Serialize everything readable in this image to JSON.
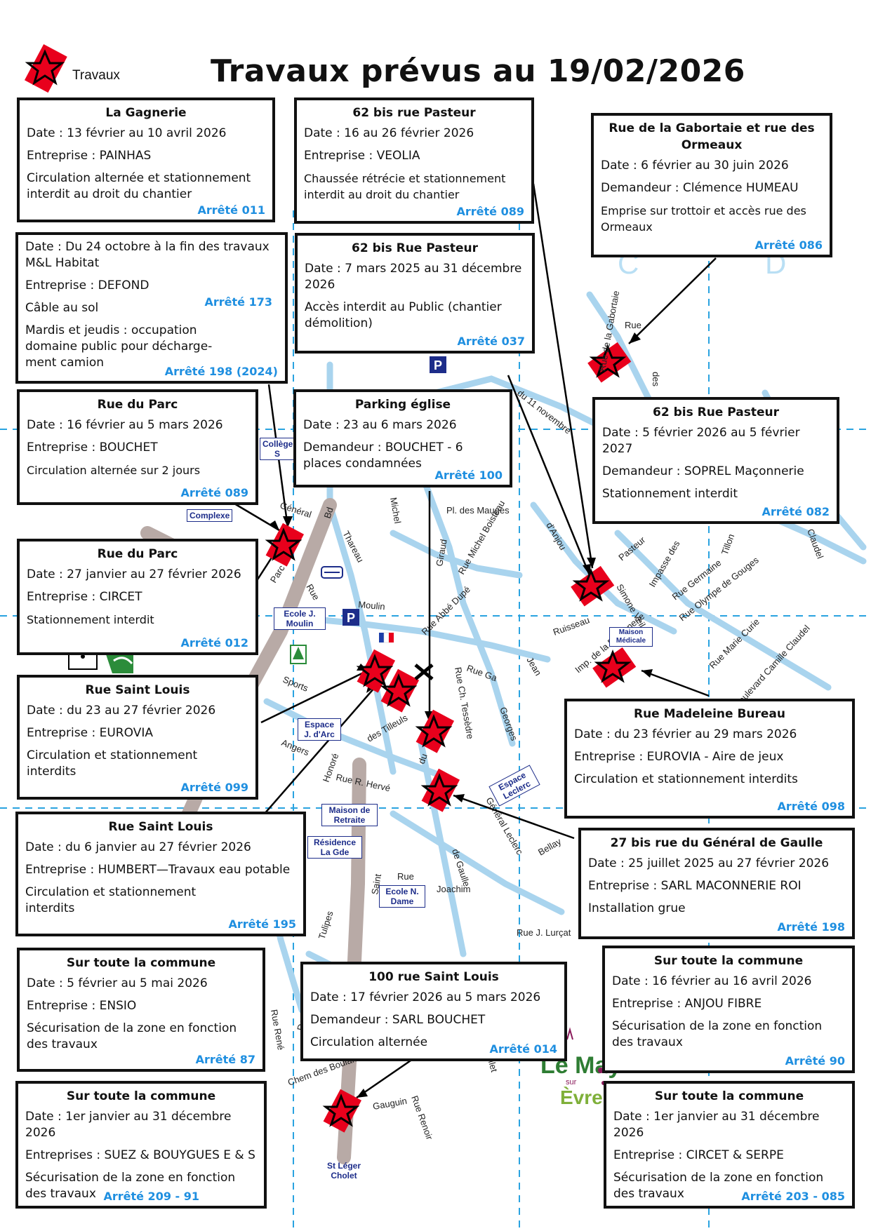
{
  "legend": {
    "label": "Travaux",
    "icon": "work-star-icon"
  },
  "title": "Travaux prévus au 19/02/2026",
  "colors": {
    "marker": "#e8001c",
    "arrete": "#1f8fe0",
    "road": "#a9d4ee",
    "grid": "#2aa3e0",
    "place": "#1d2d8a"
  },
  "boxes": [
    {
      "id": "la-gagnerie",
      "title": "La Gagnerie",
      "lines": [
        "Date : 13 février au 10 avril 2026",
        "Entreprise : PAINHAS",
        "Circulation alternée et stationnement interdit au droit du chantier"
      ],
      "arrete": "Arrêté 011"
    },
    {
      "id": "pasteur-089",
      "title": "62 bis rue Pasteur",
      "lines": [
        "Date : 16 au 26 février 2026",
        "Entreprise : VEOLIA",
        "Chaussée rétrécie et stationnement interdit au droit du chantier"
      ],
      "arrete": "Arrêté 089"
    },
    {
      "id": "gabortaie",
      "title": "Rue de la Gabortaie et rue des Ormeaux",
      "lines": [
        "Date : 6 février au 30 juin 2026",
        "Demandeur : Clémence HUMEAU",
        "Emprise sur trottoir et accès rue des Ormeaux"
      ],
      "arrete": "Arrêté 086"
    },
    {
      "id": "ml-habitat",
      "title": "",
      "lines": [
        "Date : Du 24 octobre à la fin des travaux M&L Habitat",
        "Entreprise : DEFOND",
        "Câble au sol",
        "Mardis et jeudis : occupation domaine public pour décharge-ment camion"
      ],
      "arrete": "Arrêté 198 (2024)",
      "arrete2": "Arrêté 173"
    },
    {
      "id": "pasteur-037",
      "title": "62 bis Rue Pasteur",
      "lines": [
        "Date : 7 mars 2025 au 31 décembre 2026",
        "Accès interdit au Public (chantier démolition)"
      ],
      "arrete": "Arrêté 037"
    },
    {
      "id": "parc-089",
      "title": "Rue du Parc",
      "lines": [
        "Date : 16 février au 5 mars 2026",
        "Entreprise : BOUCHET",
        "Circulation alternée sur 2 jours"
      ],
      "arrete": "Arrêté 089"
    },
    {
      "id": "parking-eglise",
      "title": "Parking église",
      "lines": [
        "Date : 23 au 6 mars 2026",
        "Demandeur : BOUCHET - 6 places condamnées"
      ],
      "arrete": "Arrêté 100"
    },
    {
      "id": "pasteur-082",
      "title": "62 bis Rue Pasteur",
      "lines": [
        "Date : 5 février 2026 au 5 février 2027",
        "Demandeur : SOPREL Maçonnerie",
        "Stationnement interdit"
      ],
      "arrete": "Arrêté 082"
    },
    {
      "id": "parc-012",
      "title": "Rue du Parc",
      "lines": [
        "Date : 27 janvier au 27 février 2026",
        "Entreprise : CIRCET",
        "Stationnement interdit"
      ],
      "arrete": "Arrêté 012"
    },
    {
      "id": "saint-louis-099",
      "title": "Rue Saint Louis",
      "lines": [
        "Date : du 23 au 27 février 2026",
        "Entreprise : EUROVIA",
        "Circulation et stationnement interdits"
      ],
      "arrete": "Arrêté 099"
    },
    {
      "id": "madeleine-bureau",
      "title": "Rue Madeleine Bureau",
      "lines": [
        "Date : du 23 février  au 29 mars 2026",
        "Entreprise : EUROVIA - Aire de jeux",
        "Circulation et stationnement interdits"
      ],
      "arrete": "Arrêté 098"
    },
    {
      "id": "saint-louis-195",
      "title": "Rue Saint Louis",
      "lines": [
        "Date : du 6 janvier au 27 février 2026",
        "Entreprise : HUMBERT—Travaux eau potable",
        "Circulation et stationnement interdits"
      ],
      "arrete": "Arrêté 195"
    },
    {
      "id": "general-gaulle",
      "title": "27 bis rue du Général de Gaulle",
      "lines": [
        "Date : 25 juillet 2025 au 27 février 2026",
        "Entreprise : SARL MACONNERIE ROI",
        "Installation grue"
      ],
      "arrete": "Arrêté 198"
    },
    {
      "id": "commune-ensio",
      "title": "Sur toute la commune",
      "lines": [
        "Date : 5 février au 5 mai 2026",
        "Entreprise : ENSIO",
        "Sécurisation de la zone en fonction des travaux"
      ],
      "arrete": "Arrêté 87"
    },
    {
      "id": "saint-louis-014",
      "title": "100 rue Saint Louis",
      "lines": [
        "Date : 17 février 2026 au 5 mars 2026",
        "Demandeur : SARL BOUCHET",
        "Circulation alternée"
      ],
      "arrete": "Arrêté 014"
    },
    {
      "id": "commune-anjou",
      "title": "Sur toute la commune",
      "lines": [
        "Date : 16 février au 16 avril 2026",
        "Entreprise : ANJOU FIBRE",
        "Sécurisation de la zone en fonction des travaux"
      ],
      "arrete": "Arrêté 90"
    },
    {
      "id": "commune-suez",
      "title": "Sur toute la commune",
      "lines": [
        "Date : 1er janvier au 31 décembre 2026",
        "Entreprises : SUEZ & BOUYGUES E & S",
        "Sécurisation de la zone en fonction des travaux"
      ],
      "arrete": "Arrêté 209 - 91"
    },
    {
      "id": "commune-circet",
      "title": "Sur toute la commune",
      "lines": [
        "Date : 1er janvier au 31 décembre 2026",
        "Entreprise : CIRCET & SERPE",
        "Sécurisation de la zone en fonction des travaux"
      ],
      "arrete": "Arrêté 203 - 085"
    }
  ],
  "places": {
    "college": "Collège S",
    "complexe": "Complexe",
    "ecole_moulin": "Ecole J. Moulin",
    "espace_darc": "Espace J. d'Arc",
    "maison_retraite": "Maison de Retraite",
    "residence": "Résidence La Gde",
    "ecole_ndame": "Ecole N. Dame",
    "espace_leclerc": "Espace Leclerc",
    "maison_medicale": "Maison Médicale",
    "st_leger": "St Léger Cholet"
  },
  "streets": [
    "Rue de la Gabortaie",
    "des",
    "Rue",
    "du 11 novembre",
    "Pl. des Mauges",
    "d'Anjou",
    "Pasteur",
    "Impasse des",
    "Rue Germaine",
    "Tillon",
    "Rue Olympe de Gouges",
    "Simone Veil",
    "Claudel",
    "Rue Marie Curie",
    "Boulevard Camille Claudel",
    "Bd",
    "Général",
    "Parc",
    "Thareau",
    "Rue",
    "Moulin",
    "Michel",
    "Rue Michel Boisteau",
    "Giraud",
    "Rue Abbé Dupé",
    "Rue Ch. Tessèdre",
    "Sports",
    "Angers",
    "Honoré",
    "Rue R. Hervé",
    "des Tilleuls",
    "du",
    "de Gaulle",
    "Général Leclerc",
    "Bellay",
    "Joachim",
    "Rue J. Lurçat",
    "Tulipes",
    "Descartes",
    "Rue René",
    "Chem des Boulaies",
    "Gauguin",
    "Rue Renoir",
    "Millet",
    "Saint",
    "Rue",
    "Ruisseau",
    "Imp. de la Baronnerie",
    "Rue Ga",
    "Georges",
    "Jean"
  ],
  "logo": {
    "line1": "Le May",
    "line2": "sur",
    "line3": "Èvre"
  }
}
